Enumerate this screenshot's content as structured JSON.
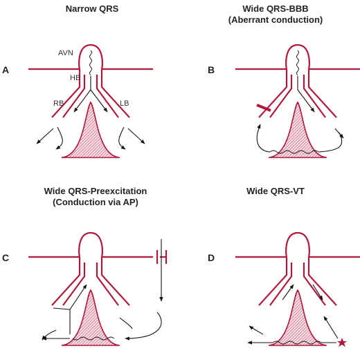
{
  "panels": [
    {
      "id": "A",
      "letter": "A",
      "title_lines": [
        "Narrow QRS"
      ],
      "labels": {
        "avn": "AVN",
        "hb": "HB",
        "rb": "RB",
        "lb": "LB"
      }
    },
    {
      "id": "B",
      "letter": "B",
      "title_lines": [
        "Wide QRS-BBB",
        "(Aberrant conduction)"
      ]
    },
    {
      "id": "C",
      "letter": "C",
      "title_lines": [
        "Wide QRS-Preexcitation",
        "(Conduction via AP)"
      ]
    },
    {
      "id": "D",
      "letter": "D",
      "title_lines": [
        "Wide QRS-VT"
      ]
    }
  ],
  "colors": {
    "conduction": "#b0183a",
    "arrow": "#111111"
  }
}
